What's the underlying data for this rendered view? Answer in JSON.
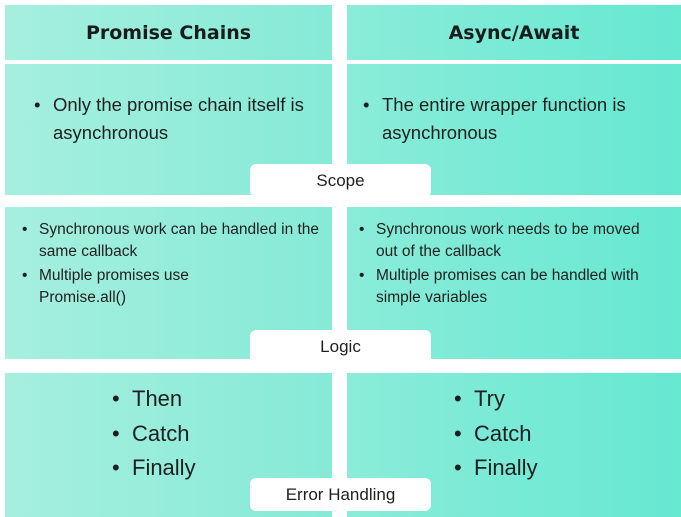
{
  "columns": {
    "left": {
      "title": "Promise Chains"
    },
    "right": {
      "title": "Async/Await"
    }
  },
  "sections": {
    "scope": {
      "label": "Scope",
      "left": [
        "Only the promise chain itself is asynchronous"
      ],
      "right": [
        "The entire wrapper function is asynchronous"
      ]
    },
    "logic": {
      "label": "Logic",
      "left": [
        "Synchronous work can be handled in the same callback",
        "Multiple promises use Promise.all()"
      ],
      "right": [
        "Synchronous work needs to be moved out of the callback",
        "Multiple promises can be handled with simple variables"
      ]
    },
    "error_handling": {
      "label": "Error Handling",
      "left": [
        "Then",
        "Catch",
        "Finally"
      ],
      "right": [
        "Try",
        "Catch",
        "Finally"
      ]
    }
  }
}
